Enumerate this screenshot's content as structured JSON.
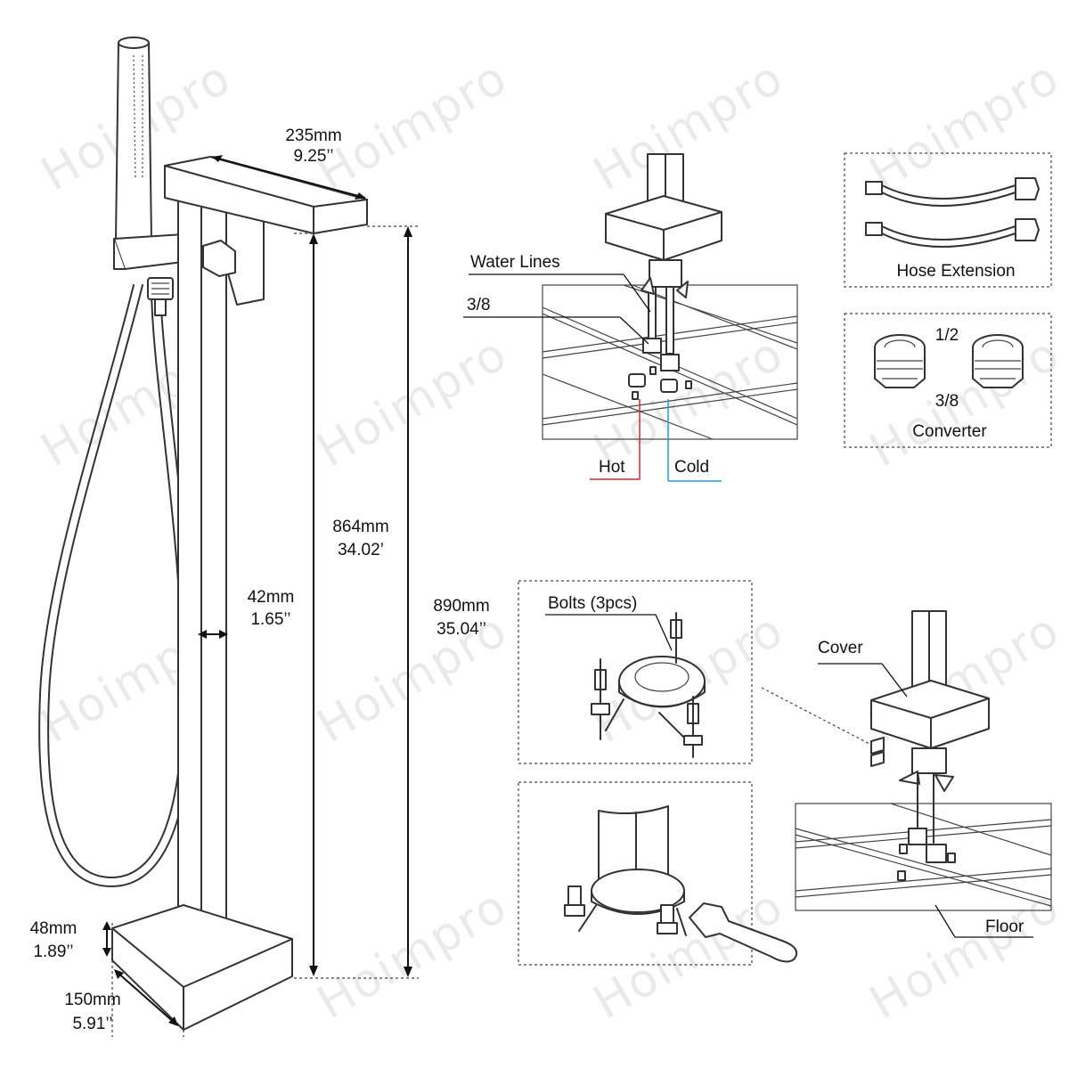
{
  "watermark": "Hoimpro",
  "dimensions": {
    "spout_length_mm": "235mm",
    "spout_length_in": "9.25’’",
    "spout_height_mm": "864mm",
    "spout_height_in": "34.02’",
    "total_height_mm": "890mm",
    "total_height_in": "35.04’’",
    "column_width_mm": "42mm",
    "column_width_in": "1.65’’",
    "base_height_mm": "48mm",
    "base_height_in": "1.89’’",
    "base_width_mm": "150mm",
    "base_width_in": "5.91’’"
  },
  "labels": {
    "water_lines": "Water Lines",
    "fitting_size": "3/8",
    "hot": "Hot",
    "cold": "Cold",
    "hose_extension": "Hose Extension",
    "converter_top": "1/2",
    "converter_bottom": "3/8",
    "converter": "Converter",
    "bolts": "Bolts (3pcs)",
    "cover": "Cover",
    "floor": "Floor"
  },
  "colors": {
    "hot": "#e0232e",
    "cold": "#1fa3d6",
    "line": "#333333"
  }
}
